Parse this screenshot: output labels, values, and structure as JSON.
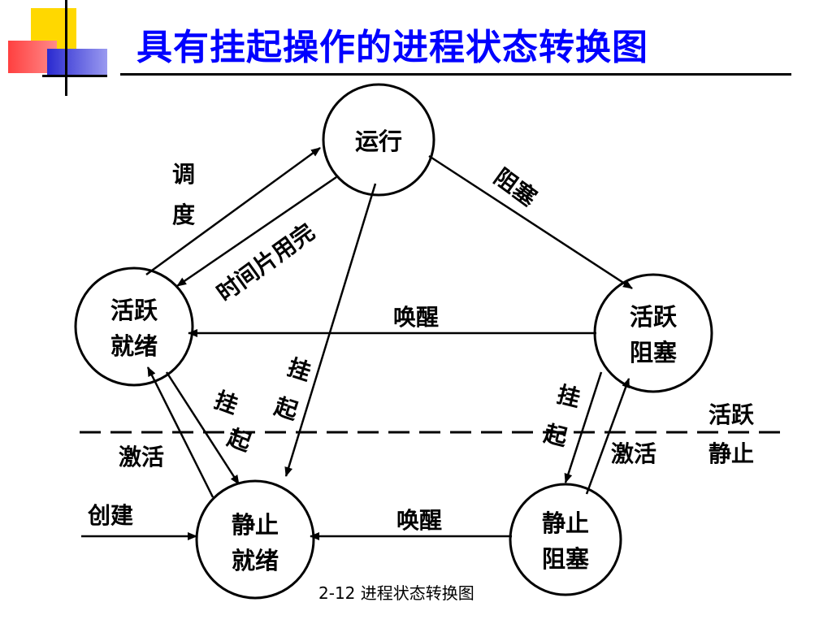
{
  "title": "具有挂起操作的进程状态转换图",
  "caption": "2-12 进程状态转换图",
  "nodes": {
    "running": "运行",
    "active_ready": [
      "活跃",
      "就绪"
    ],
    "active_blocked": [
      "活跃",
      "阻塞"
    ],
    "static_ready": [
      "静止",
      "就绪"
    ],
    "static_blocked": [
      "静止",
      "阻塞"
    ]
  },
  "labels": {
    "schedule": [
      "调",
      "度"
    ],
    "timeslice": "时间片用完",
    "block": "阻塞",
    "wakeup_top": "唤醒",
    "wakeup_bottom": "唤醒",
    "suspend_left": [
      "挂",
      "起"
    ],
    "suspend_center": [
      "挂",
      "起"
    ],
    "suspend_right": [
      "挂",
      "起"
    ],
    "activate_left": "激活",
    "activate_right": "激活",
    "create": "创建",
    "region_active": "活跃",
    "region_static": "静止"
  },
  "colors": {
    "title": "#0000ff",
    "deco_yellow": "#ffd800",
    "deco_red": "#ff4040",
    "deco_blue": "#2a2ad0"
  }
}
